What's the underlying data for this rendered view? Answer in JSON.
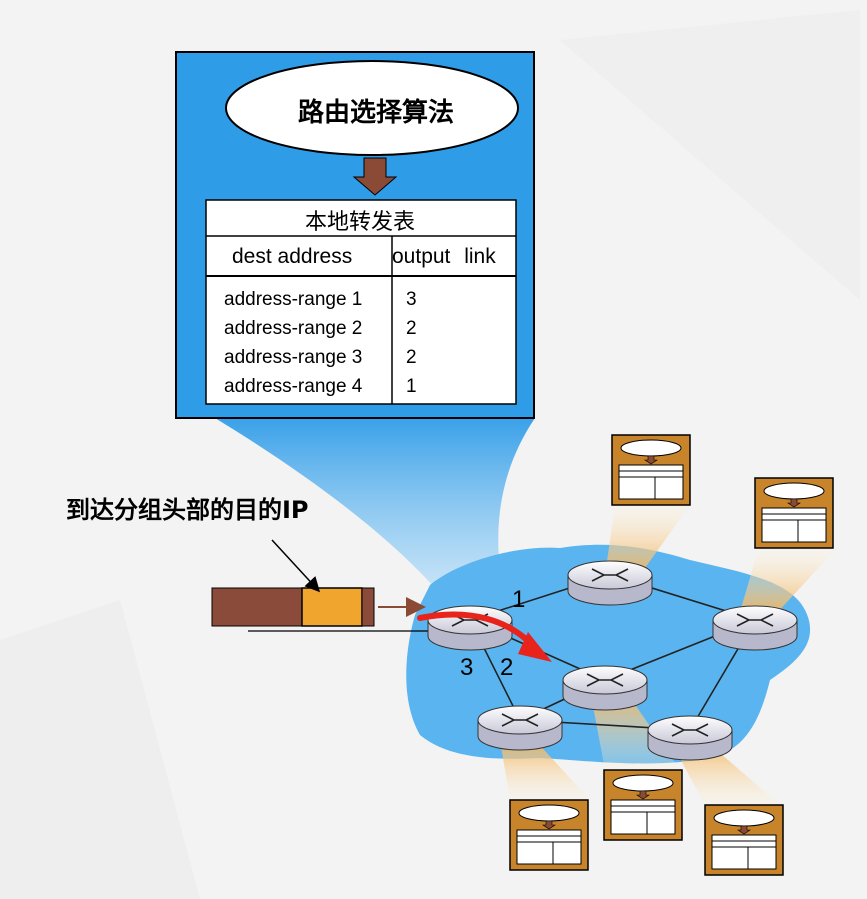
{
  "top_box": {
    "algorithm_label": "路由选择算法",
    "table_title": "本地转发表",
    "col_dest": "dest address",
    "col_output": "output link",
    "rows": [
      {
        "dest": "address-range 1",
        "link": "3"
      },
      {
        "dest": "address-range 2",
        "link": "2"
      },
      {
        "dest": "address-range 3",
        "link": "2"
      },
      {
        "dest": "address-range 4",
        "link": "1"
      }
    ]
  },
  "packet_label": "到达分组头部的目的IP",
  "ports": {
    "p1": "1",
    "p2": "2",
    "p3": "3"
  },
  "colors": {
    "box_blue": "#2f9ce8",
    "network_blue": "#5ab4f0",
    "orange_box": "#c8842a",
    "packet_header": "#efa52e",
    "packet_body": "#8b4b3a",
    "arrow_red": "#e8231c",
    "arrow_brown": "#8a4a36"
  }
}
